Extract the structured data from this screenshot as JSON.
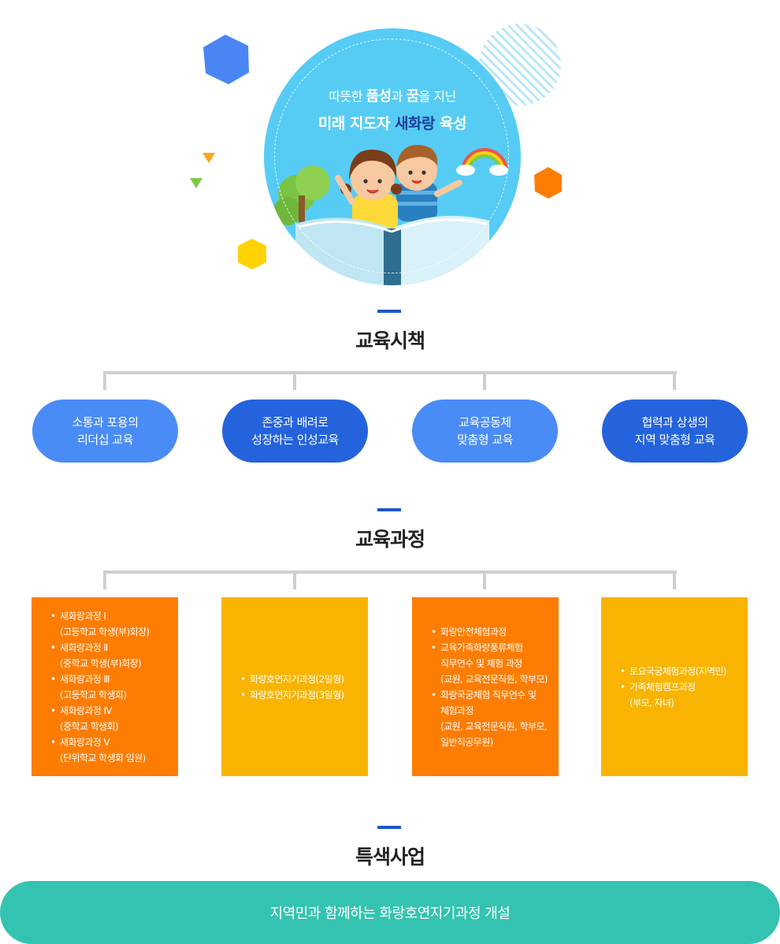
{
  "hero": {
    "line1_a": "따뜻한 ",
    "line1_b": "품성",
    "line1_c": "과 ",
    "line1_d": "꿈",
    "line1_e": "을 지닌",
    "line2_a": "미래 지도자 ",
    "line2_accent": "새화랑",
    "line2_b": " 육성"
  },
  "policy": {
    "title": "교육시책",
    "items": [
      {
        "line1": "소통과 포용의",
        "line2": "리더십 교육"
      },
      {
        "line1": "존중과 배려로",
        "line2": "성장하는 인성교육"
      },
      {
        "line1": "교육공동체",
        "line2": "맞춤형 교육"
      },
      {
        "line1": "협력과 상생의",
        "line2": "지역 맞춤형 교육"
      }
    ]
  },
  "curriculum": {
    "title": "교육과정",
    "boxes": [
      {
        "items": [
          {
            "name": "새화랑과정 Ⅰ",
            "sub": "(고등학교 학생(부)회장)"
          },
          {
            "name": "새화랑과정 Ⅱ",
            "sub": "(중학교 학생(부)회장)"
          },
          {
            "name": "새화랑과정 Ⅲ",
            "sub": "(고등학교 학생회)"
          },
          {
            "name": "새화랑과정 Ⅳ",
            "sub": "(중학교 학생회)"
          },
          {
            "name": "새화랑과정 Ⅴ",
            "sub": "(단위학교 학생회 임원)"
          }
        ]
      },
      {
        "items": [
          {
            "name": "화랑호연지기과정(2일형)"
          },
          {
            "name": "화랑호연지기과정(3일형)"
          }
        ]
      },
      {
        "items": [
          {
            "name": "화랑안전체험과정"
          },
          {
            "name": "교육가족화랑풍류체험",
            "sub": "직무연수 및 체험 과정",
            "sub2": "(교원, 교육전문직원, 학부모)"
          },
          {
            "name": "화랑국궁체험 직무연수 및",
            "sub": "체험과정",
            "sub2": "(교원, 교육전문직원, 학부모,",
            "sub3": "일반직공무원)"
          }
        ]
      },
      {
        "items": [
          {
            "name": "토요국궁체험과정(지역민)"
          },
          {
            "name": "가족체험캠프과정",
            "sub": "(부모, 자녀)"
          }
        ]
      }
    ]
  },
  "special": {
    "title": "특색사업",
    "banner": "지역민과 함께하는 화랑호연지기과정 개설"
  },
  "colors": {
    "hero_circle": "#56ccf5",
    "section_dash": "#1d56c9",
    "pill_light": "#4a8cf5",
    "pill_dark": "#2463dc",
    "box_orange": "#fd7d03",
    "box_yellow": "#f8b400",
    "banner": "#34c3b0"
  }
}
